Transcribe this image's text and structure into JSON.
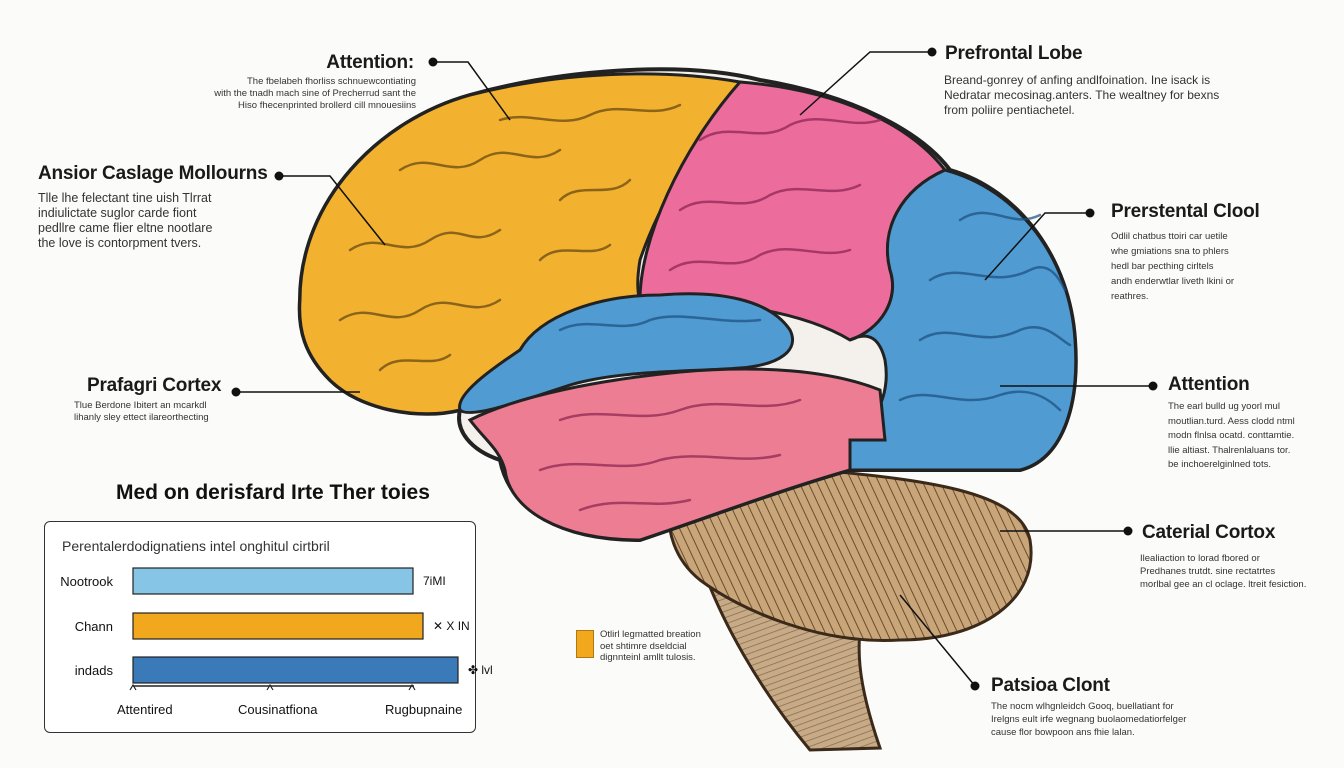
{
  "colors": {
    "frontal_yellow": "#f2b230",
    "parietal_pink": "#ec6c9c",
    "occipital_blue": "#4f9bd2",
    "temporal_pink": "#ec7d93",
    "cerebellum_brown": "#8a6a45",
    "brainstem_tan": "#b89a78",
    "bar_blue_light": "#86c5e6",
    "bar_orange": "#f2a81d",
    "bar_blue_dark": "#3a7ab8"
  },
  "labels": {
    "attention_top": {
      "title": "Attention:",
      "desc": "The fbelabeh fhorliss schnuewcontiating\nwith the tnadh mach sine of Precherrud sant the\nHiso fhecenprinted brollerd cill mnouesiins"
    },
    "ansior": {
      "title": "Ansior Caslage Mollourns",
      "desc": "Tlle lhe felectant tine uish Tlrrat\nindiulictate suglor carde fiont\npedllre came flier eltne nootlare\nthe love is contorpment tvers."
    },
    "prafagri": {
      "title": "Prafagri Cortex",
      "desc": "Tlue Berdone Ibitert an mcarkdl\nlihanly sley ettect ilareorthecting"
    },
    "prefrontal_lobe": {
      "title": "Prefrontal Lobe",
      "desc": "Breand-gonrey of anfing andlfoination. Ine isack is\nNedratar mecosinag.anters. The wealtney for bexns\nfrom poliire pentiachetel."
    },
    "prerstental": {
      "title": "Prerstental Clool",
      "desc": "Odlil chatbus ttoiri car uetile\nwhe gmiations sna to phlers\nhedl bar pecthing cirltels\nandh enderwtlar liveth lkini or\nreathres."
    },
    "attention_right": {
      "title": "Attention",
      "desc": "The earl bulld ug yoorl mul\nmoutlian.turd. Aess clodd ntml\nmodn flnlsa ocatd. conttamtie.\nllie altiast. Thalrenlaluans tor.\nbe inchoerelginlned tots."
    },
    "caterial": {
      "title": "Caterial Cortox",
      "desc": "Ilealiaction to lorad fbored or\nPredhanes trutdt. sine rectatrtes\nmorlbal gee an cl oclage. ltreit fesiction."
    },
    "patsioa": {
      "title": "Patsioa Clont",
      "desc": "The nocm wlhgnleidch Gooq, buellatiant for\nIrelgns eult irfe wegnang buolaomedatiorfelger\ncause flor bowpoon ans fhie lalan."
    }
  },
  "legend": {
    "text": "Otlirl legmatted breation\noet shtimre dseldcial\ndignnteinl amllt tulosis."
  },
  "chart": {
    "heading": "Med on derisfard Irte Ther toies",
    "caption": "Perentalerdodignatiens intel onghitul cirtbril"
  },
  "chart_data": {
    "type": "bar",
    "orientation": "horizontal",
    "title": "Perentalerdodignatiens intel onghitul cirtbril",
    "categories": [
      "Nootrook",
      "Chann",
      "indads"
    ],
    "values": [
      0.56,
      0.58,
      0.65
    ],
    "value_labels": [
      "7iMI",
      "✕ X IN",
      "✤ lvl"
    ],
    "x_ticks": [
      "Attentired",
      "Cousinatfiona",
      "Rugbupnaine"
    ],
    "series_colors": [
      "#86c5e6",
      "#f2a81d",
      "#3a7ab8"
    ],
    "xlim": [
      0,
      1
    ],
    "grid": false
  }
}
